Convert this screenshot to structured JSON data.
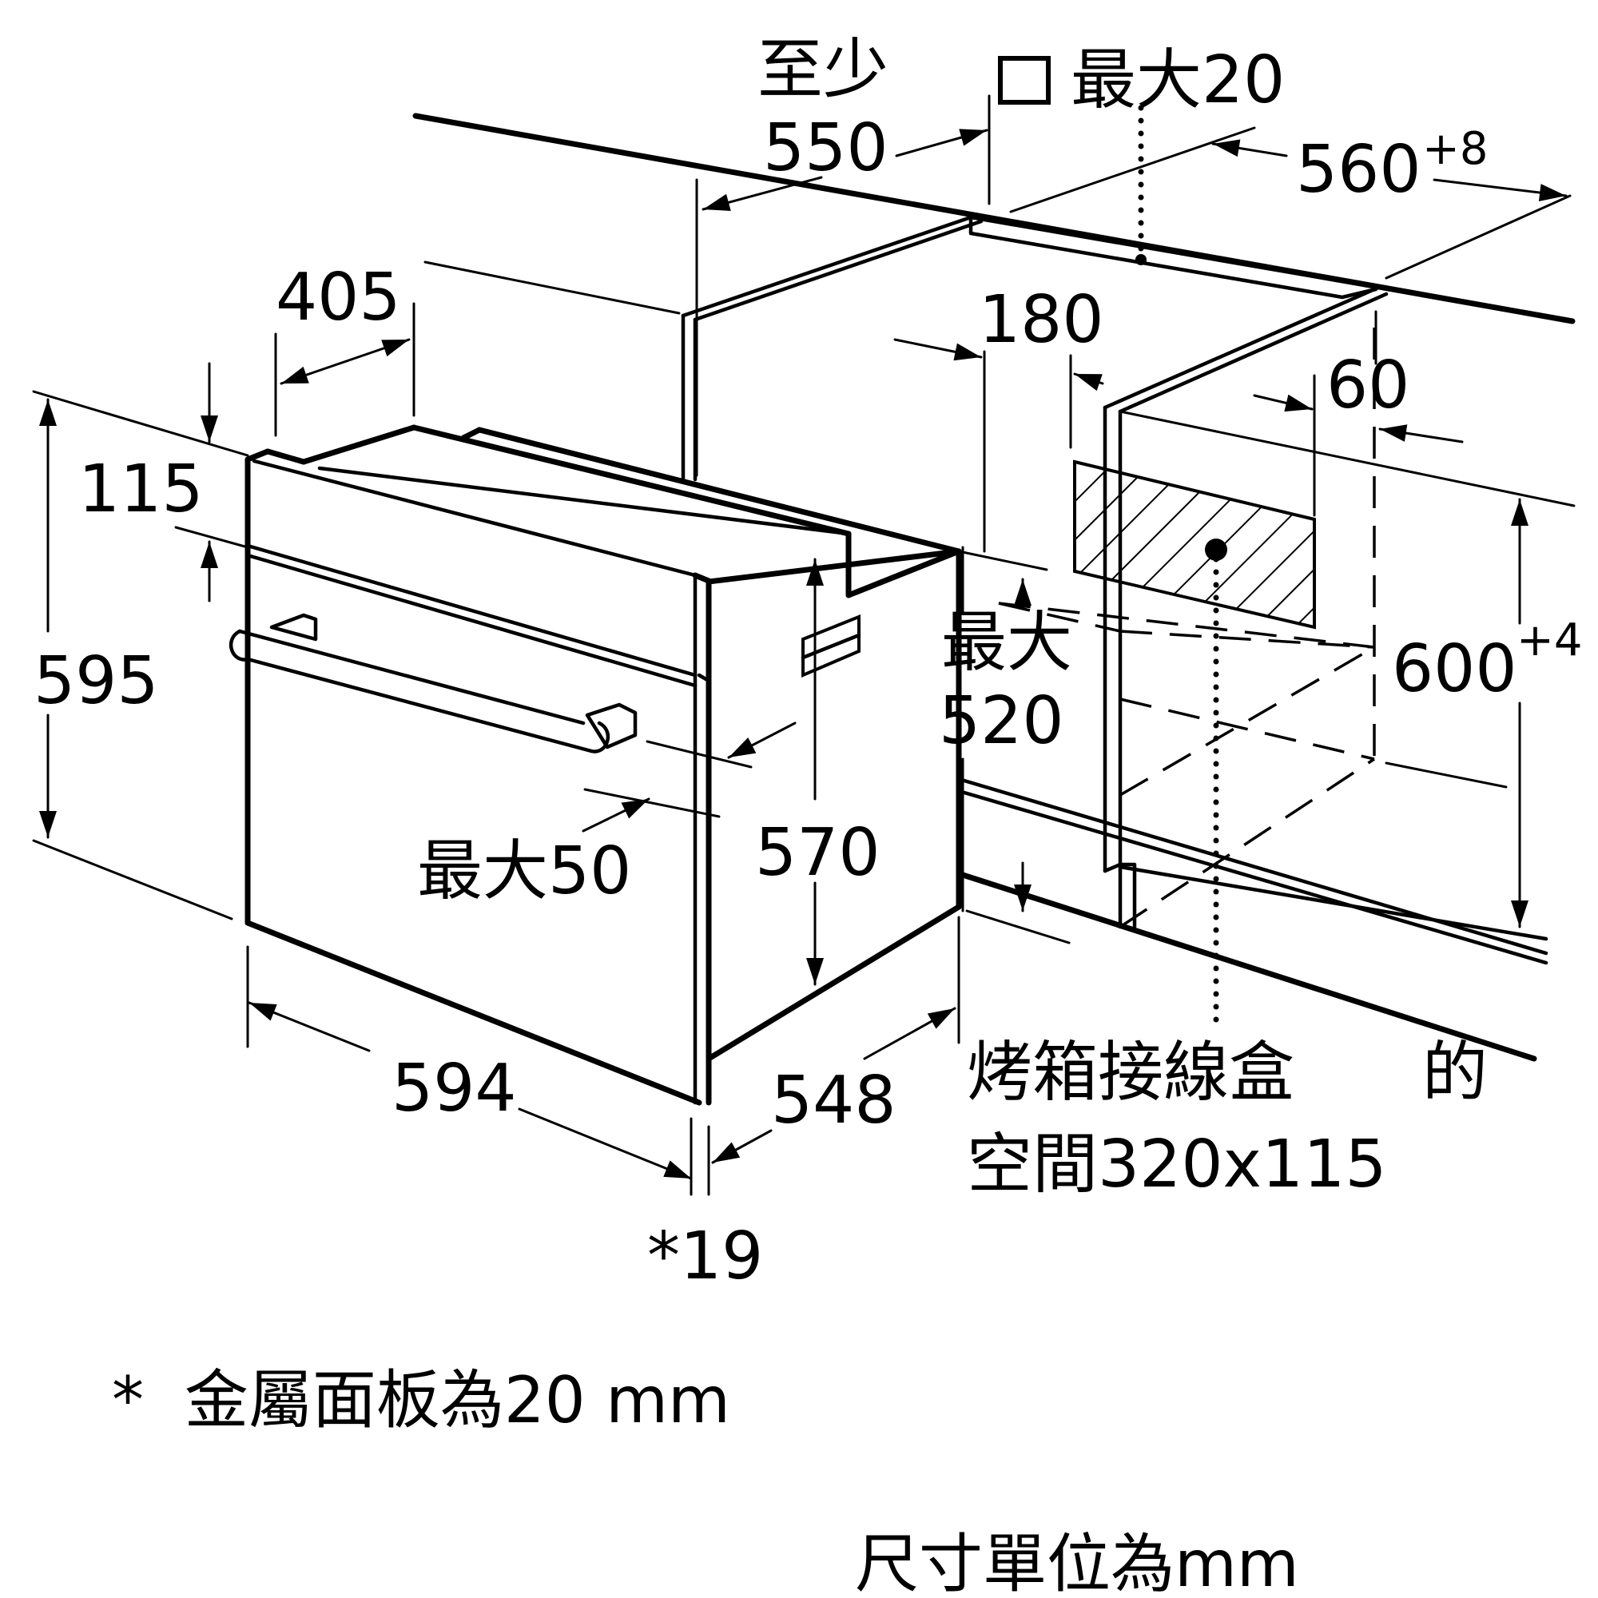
{
  "labels": {
    "min_top": "至少",
    "min_value": "550",
    "max20": "最大20",
    "width_niche": "560",
    "width_niche_tol": "+8",
    "d405": "405",
    "d180": "180",
    "d60": "60",
    "d115": "115",
    "d595": "595",
    "max_word": "最大",
    "d520": "520",
    "height_niche": "600",
    "height_niche_tol": "+4",
    "d570": "570",
    "max50": "最大50",
    "d594": "594",
    "d548": "548",
    "d19": "*19",
    "junction_line1": "烤箱接線盒",
    "junction_de": "的",
    "junction_line2": "空間320x115"
  },
  "notes": {
    "metal_panel": "*  金屬面板為20 mm",
    "units": "尺寸單位為mm"
  },
  "colors": {
    "line": "#000000",
    "background": "#ffffff"
  }
}
